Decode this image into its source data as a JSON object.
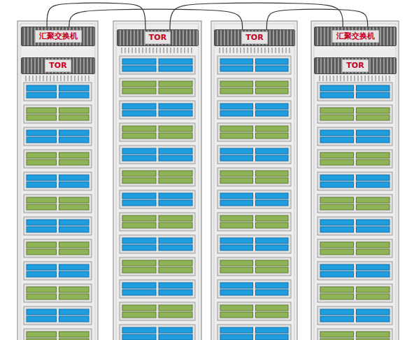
{
  "diagram": {
    "nodes": [
      {
        "text": [
          "汇聚交换机"
        ]
      },
      {
        "text": [
          "TOR"
        ]
      },
      {
        "text": [
          "TOR"
        ]
      },
      {
        "text": [
          "汇聚交换机"
        ]
      },
      {
        "text": [
          "TOR"
        ]
      },
      {
        "text": [
          "TOR"
        ]
      }
    ],
    "edges": [
      {
        "from": 0,
        "to": 1,
        "arrow": "none"
      },
      {
        "from": 0,
        "to": 2,
        "arrow": "none"
      },
      {
        "from": 3,
        "to": 1,
        "arrow": "none"
      },
      {
        "from": 3,
        "to": 2,
        "arrow": "none"
      }
    ]
  }
}
